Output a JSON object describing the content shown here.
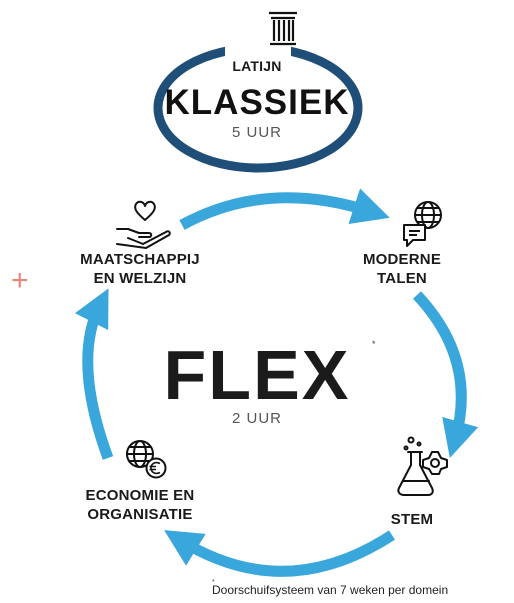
{
  "klassiek": {
    "top_label": "LATIJN",
    "title": "KLASSIEK",
    "hours": "5 UUR"
  },
  "flex": {
    "title": "FLEX",
    "footnote_mark": "*",
    "hours": "2 UUR"
  },
  "domains": {
    "maatschappij": {
      "line1": "MAATSCHAPPIJ",
      "line2": "EN WELZIJN",
      "icon": "hand-heart-icon"
    },
    "talen": {
      "line1": "MODERNE",
      "line2": "TALEN",
      "icon": "globe-chat-icon"
    },
    "stem": {
      "line1": "STEM",
      "icon": "flask-gear-icon"
    },
    "economie": {
      "line1": "ECONOMIE EN",
      "line2": "ORGANISATIE",
      "icon": "globe-euro-icon"
    }
  },
  "extra_icons": [
    "column-icon",
    "plus-icon"
  ],
  "footnote": {
    "mark": "*",
    "text": "Doorschuifsysteem van 7 weken per domein"
  },
  "colors": {
    "ring": "#1f4e79",
    "arrows": "#3aa7dc",
    "text": "#1a1a1a",
    "accent": "#e9887a"
  }
}
